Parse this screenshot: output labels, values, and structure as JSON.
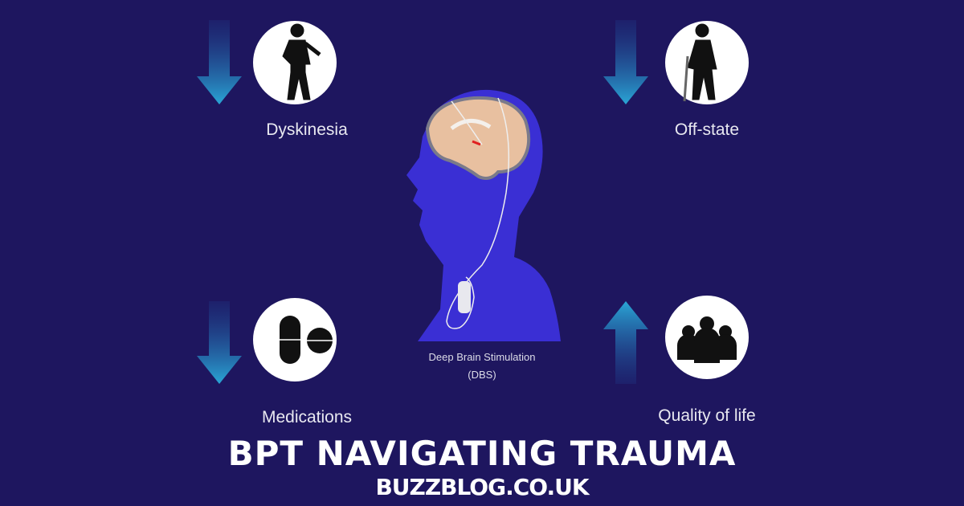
{
  "items": [
    {
      "label": "Dyskinesia",
      "direction": "down",
      "icon": "dancing-person-icon"
    },
    {
      "label": "Off-state",
      "direction": "down",
      "icon": "elderly-person-cane-icon"
    },
    {
      "label": "Medications",
      "direction": "down",
      "icon": "pills-icon"
    },
    {
      "label": "Quality of life",
      "direction": "up",
      "icon": "people-group-icon"
    }
  ],
  "center": {
    "line1": "Deep Brain Stimulation",
    "line2": "(DBS)"
  },
  "title": "BPT NAVIGATING TRAUMA",
  "site": "BUZZBLOG.CO.UK",
  "colors": {
    "background": "#1e165f",
    "head": "#3a2fd4",
    "brain": "#e8c0a0",
    "arrow": "#2a9fd0"
  }
}
